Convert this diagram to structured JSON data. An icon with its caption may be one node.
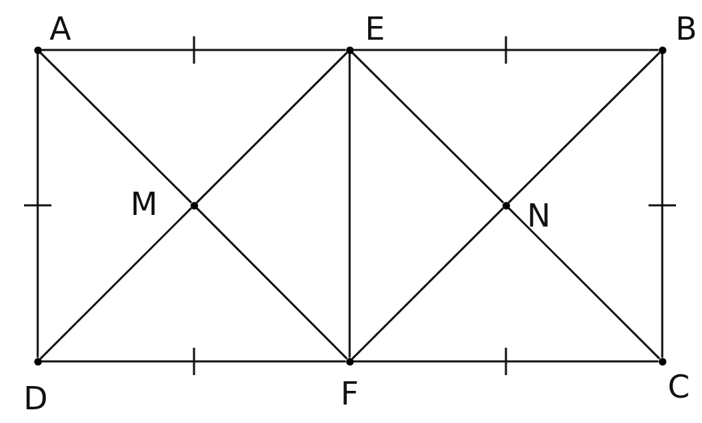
{
  "diagram": {
    "nodes": [
      {
        "text": [],
        "shape": "circle",
        "beside": [
          "A"
        ]
      },
      {
        "text": [],
        "shape": "circle",
        "beside": [
          "E"
        ]
      },
      {
        "text": [],
        "shape": "circle",
        "beside": [
          "B"
        ]
      },
      {
        "text": [],
        "shape": "circle",
        "beside": [
          "M"
        ]
      },
      {
        "text": [],
        "shape": "circle",
        "beside": [
          "N"
        ]
      },
      {
        "text": [],
        "shape": "circle",
        "beside": [
          "D"
        ]
      },
      {
        "text": [],
        "shape": "circle",
        "beside": [
          "F"
        ]
      },
      {
        "text": [],
        "shape": "circle",
        "beside": [
          "C"
        ]
      }
    ],
    "edges": [
      {
        "from": 0,
        "to": 1,
        "arrow": "none"
      },
      {
        "from": 1,
        "to": 2,
        "arrow": "none"
      },
      {
        "from": 0,
        "to": 5,
        "arrow": "none"
      },
      {
        "from": 2,
        "to": 7,
        "arrow": "none"
      },
      {
        "from": 5,
        "to": 6,
        "arrow": "none"
      },
      {
        "from": 6,
        "to": 7,
        "arrow": "none"
      },
      {
        "from": 1,
        "to": 6,
        "arrow": "none"
      },
      {
        "from": 0,
        "to": 3,
        "arrow": "none"
      },
      {
        "from": 3,
        "to": 6,
        "arrow": "none"
      },
      {
        "from": 1,
        "to": 3,
        "arrow": "none"
      },
      {
        "from": 3,
        "to": 5,
        "arrow": "none"
      },
      {
        "from": 1,
        "to": 4,
        "arrow": "none"
      },
      {
        "from": 4,
        "to": 7,
        "arrow": "none"
      },
      {
        "from": 2,
        "to": 4,
        "arrow": "none"
      },
      {
        "from": 4,
        "to": 6,
        "arrow": "none"
      }
    ]
  }
}
